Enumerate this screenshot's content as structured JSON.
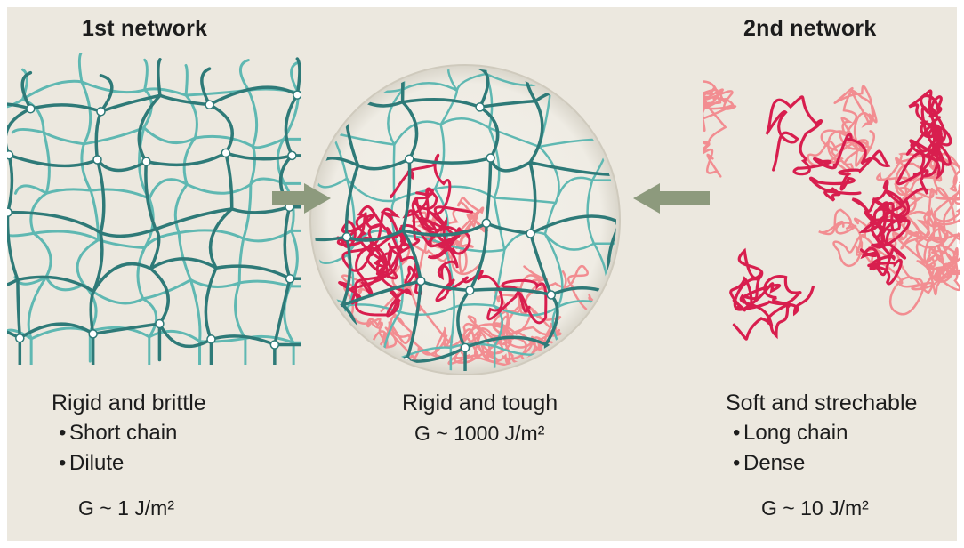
{
  "colors": {
    "background": "#ece8df",
    "first_network_dark": "#2e7a78",
    "first_network_light": "#5fb8b2",
    "second_network_dark": "#d81e4e",
    "second_network_light": "#f28d91",
    "arrow": "#8d9a7d"
  },
  "labels": {
    "first_network": "1st network",
    "second_network": "2nd network"
  },
  "left": {
    "heading": "Rigid and brittle",
    "bullets": [
      "Short chain",
      "Dilute"
    ],
    "toughness": "G ~ 1 J/m²"
  },
  "center": {
    "heading": "Rigid and tough",
    "toughness": "G ~ 1000 J/m²"
  },
  "right": {
    "heading": "Soft and strechable",
    "bullets": [
      "Long chain",
      "Dense"
    ],
    "toughness": "G ~ 10 J/m²"
  }
}
